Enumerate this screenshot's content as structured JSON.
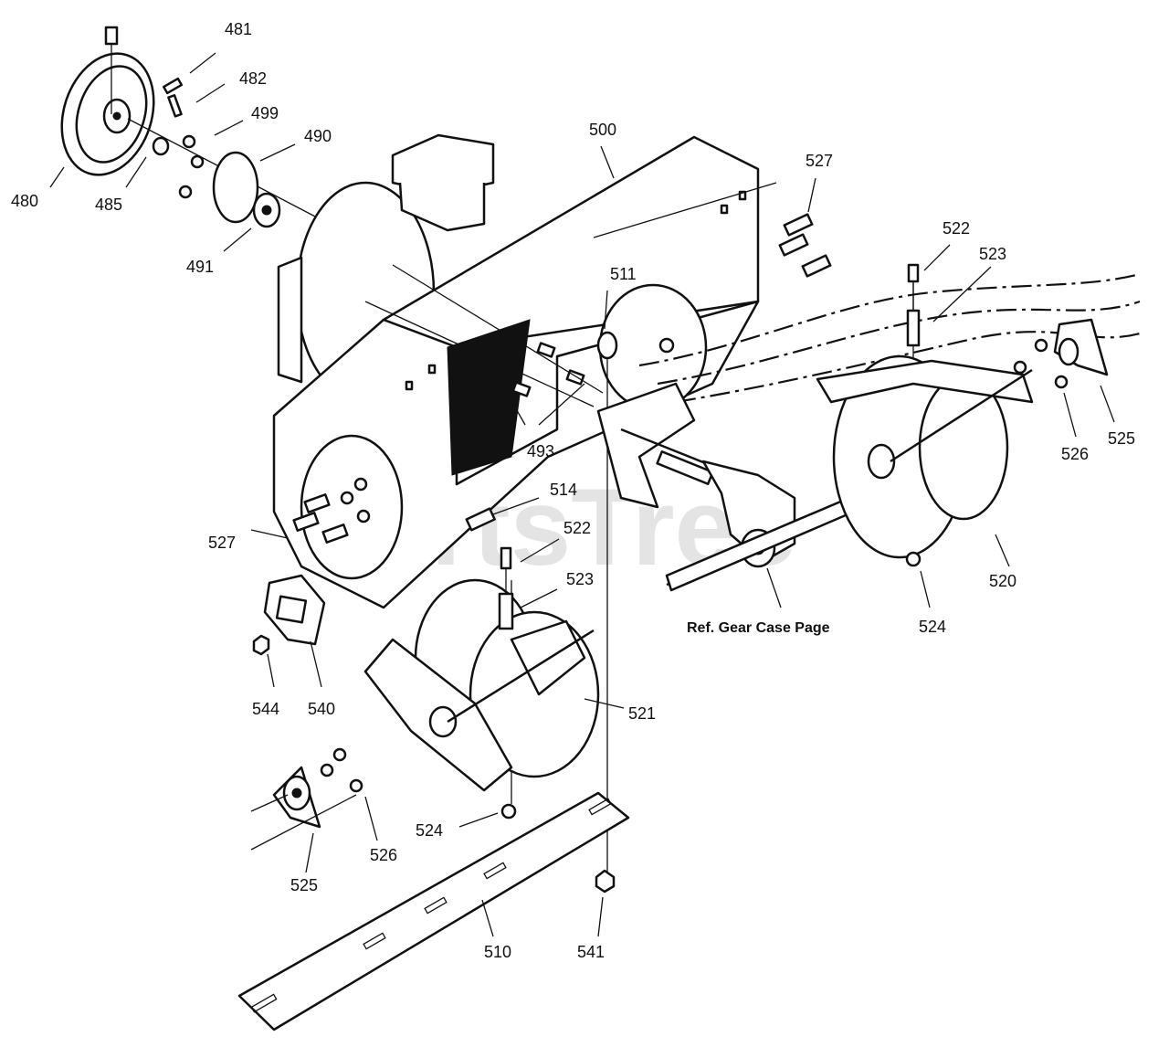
{
  "watermark": "PartsTree",
  "reference_note": "Ref. Gear Case Page",
  "labels": {
    "p480": "480",
    "p481": "481",
    "p482": "482",
    "p485": "485",
    "p490": "490",
    "p491": "491",
    "p493": "493",
    "p499": "499",
    "p500": "500",
    "p510": "510",
    "p511": "511",
    "p514": "514",
    "p520": "520",
    "p521": "521",
    "p522a": "522",
    "p522b": "522",
    "p523a": "523",
    "p523b": "523",
    "p524a": "524",
    "p524b": "524",
    "p525a": "525",
    "p525b": "525",
    "p526a": "526",
    "p526b": "526",
    "p527a": "527",
    "p527b": "527",
    "p540": "540",
    "p541": "541",
    "p544": "544"
  }
}
